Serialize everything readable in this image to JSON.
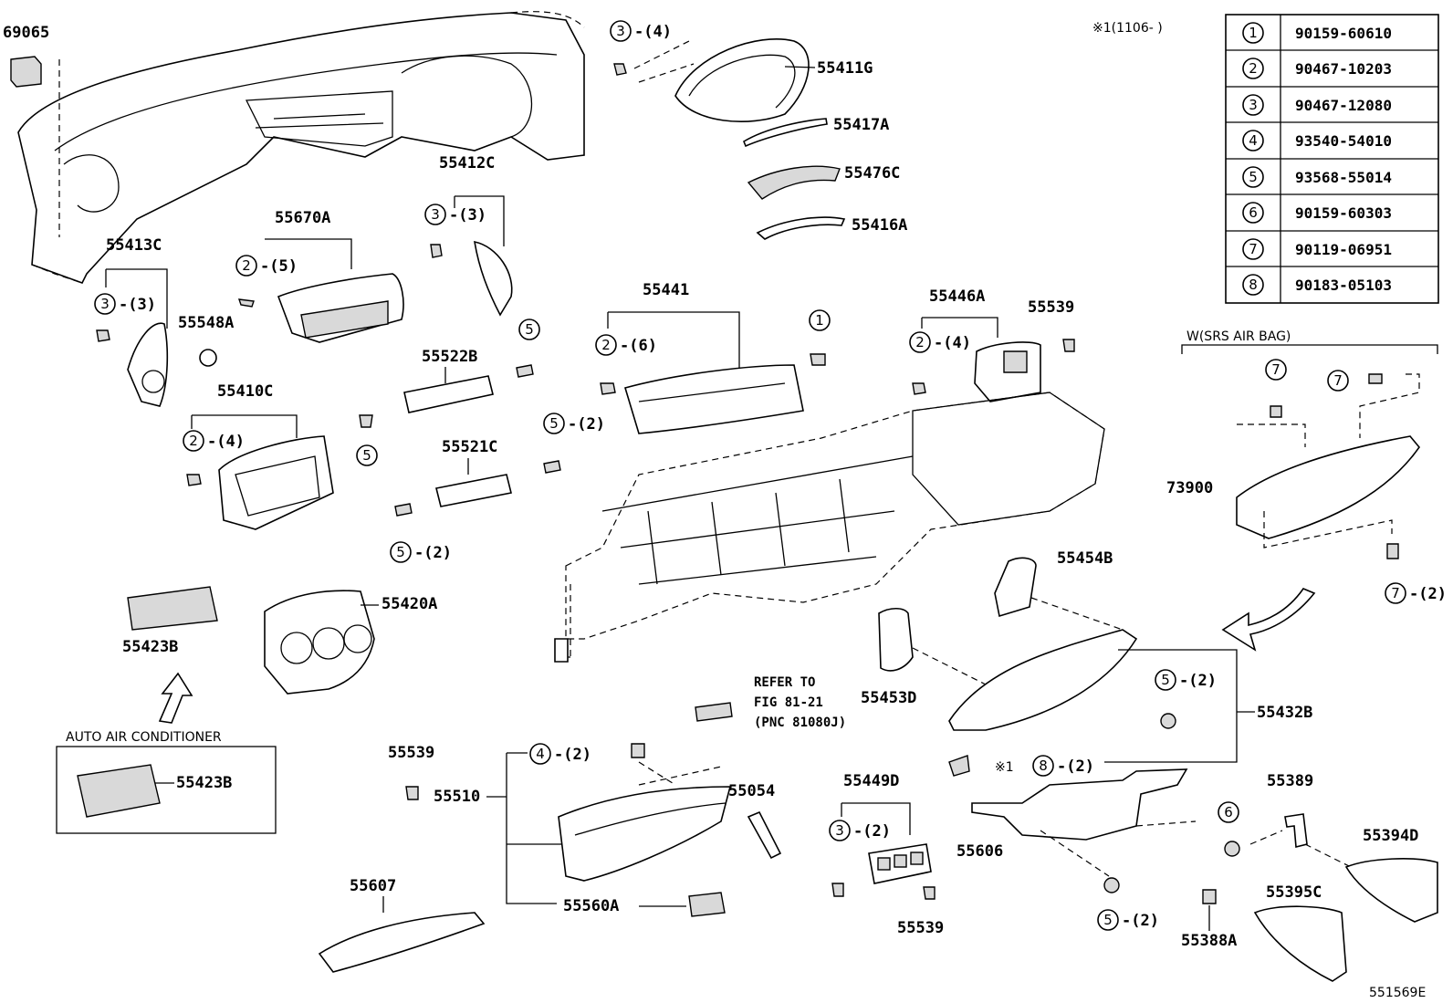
{
  "parts": {
    "p69065": "69065",
    "p55411G": "55411G",
    "p55417A": "55417A",
    "p55476C": "55476C",
    "p55416A": "55416A",
    "p55412C": "55412C",
    "p55670A": "55670A",
    "p55413C": "55413C",
    "p55548A": "55548A",
    "p55522B": "55522B",
    "p55410C": "55410C",
    "p55521C": "55521C",
    "p55441": "55441",
    "p55446A": "55446A",
    "p55539a": "55539",
    "p55539b": "55539",
    "p55539c": "55539",
    "p73900": "73900",
    "p55454B": "55454B",
    "p55453D": "55453D",
    "p55432B": "55432B",
    "p55420A": "55420A",
    "p55423B": "55423B",
    "p55423B2": "55423B",
    "p55510": "55510",
    "p55054": "55054",
    "p55449D": "55449D",
    "p55606": "55606",
    "p55389": "55389",
    "p55394D": "55394D",
    "p55395C": "55395C",
    "p55388A": "55388A",
    "p55607": "55607",
    "p55560A": "55560A"
  },
  "callouts": {
    "c3_4": {
      "num": "3",
      "qty": "-(4)"
    },
    "c3_3a": {
      "num": "3",
      "qty": "-(3)"
    },
    "c2_5": {
      "num": "2",
      "qty": "-(5)"
    },
    "c3_3b": {
      "num": "3",
      "qty": "-(3)"
    },
    "c5a": {
      "num": "5"
    },
    "c2_6": {
      "num": "2",
      "qty": "-(6)"
    },
    "c1": {
      "num": "1"
    },
    "c2_4a": {
      "num": "2",
      "qty": "-(4)"
    },
    "c2_4b": {
      "num": "2",
      "qty": "-(4)"
    },
    "c5b": {
      "num": "5"
    },
    "c5_2a": {
      "num": "5",
      "qty": "-(2)"
    },
    "c5_2b": {
      "num": "5",
      "qty": "-(2)"
    },
    "c7a": {
      "num": "7"
    },
    "c7b": {
      "num": "7"
    },
    "c7_2": {
      "num": "7",
      "qty": "-(2)"
    },
    "c5_2c": {
      "num": "5",
      "qty": "-(2)"
    },
    "c8_2": {
      "num": "8",
      "qty": "-(2)"
    },
    "c4_2": {
      "num": "4",
      "qty": "-(2)"
    },
    "c3_2": {
      "num": "3",
      "qty": "-(2)"
    },
    "c6": {
      "num": "6"
    },
    "c5_2d": {
      "num": "5",
      "qty": "-(2)"
    }
  },
  "notes": {
    "serial_note": "※1(1106-   )",
    "star1": "※1",
    "srs": "W(SRS AIR BAG)",
    "refer1": "REFER TO",
    "refer2": "FIG 81-21",
    "refer3": "(PNC 81080J)",
    "auto_ac": "AUTO AIR CONDITIONER",
    "fig_id": "551569E"
  },
  "table": [
    {
      "num": "1",
      "part": "90159-60610"
    },
    {
      "num": "2",
      "part": "90467-10203"
    },
    {
      "num": "3",
      "part": "90467-12080"
    },
    {
      "num": "4",
      "part": "93540-54010"
    },
    {
      "num": "5",
      "part": "93568-55014"
    },
    {
      "num": "6",
      "part": "90159-60303"
    },
    {
      "num": "7",
      "part": "90119-06951"
    },
    {
      "num": "8",
      "part": "90183-05103"
    }
  ]
}
